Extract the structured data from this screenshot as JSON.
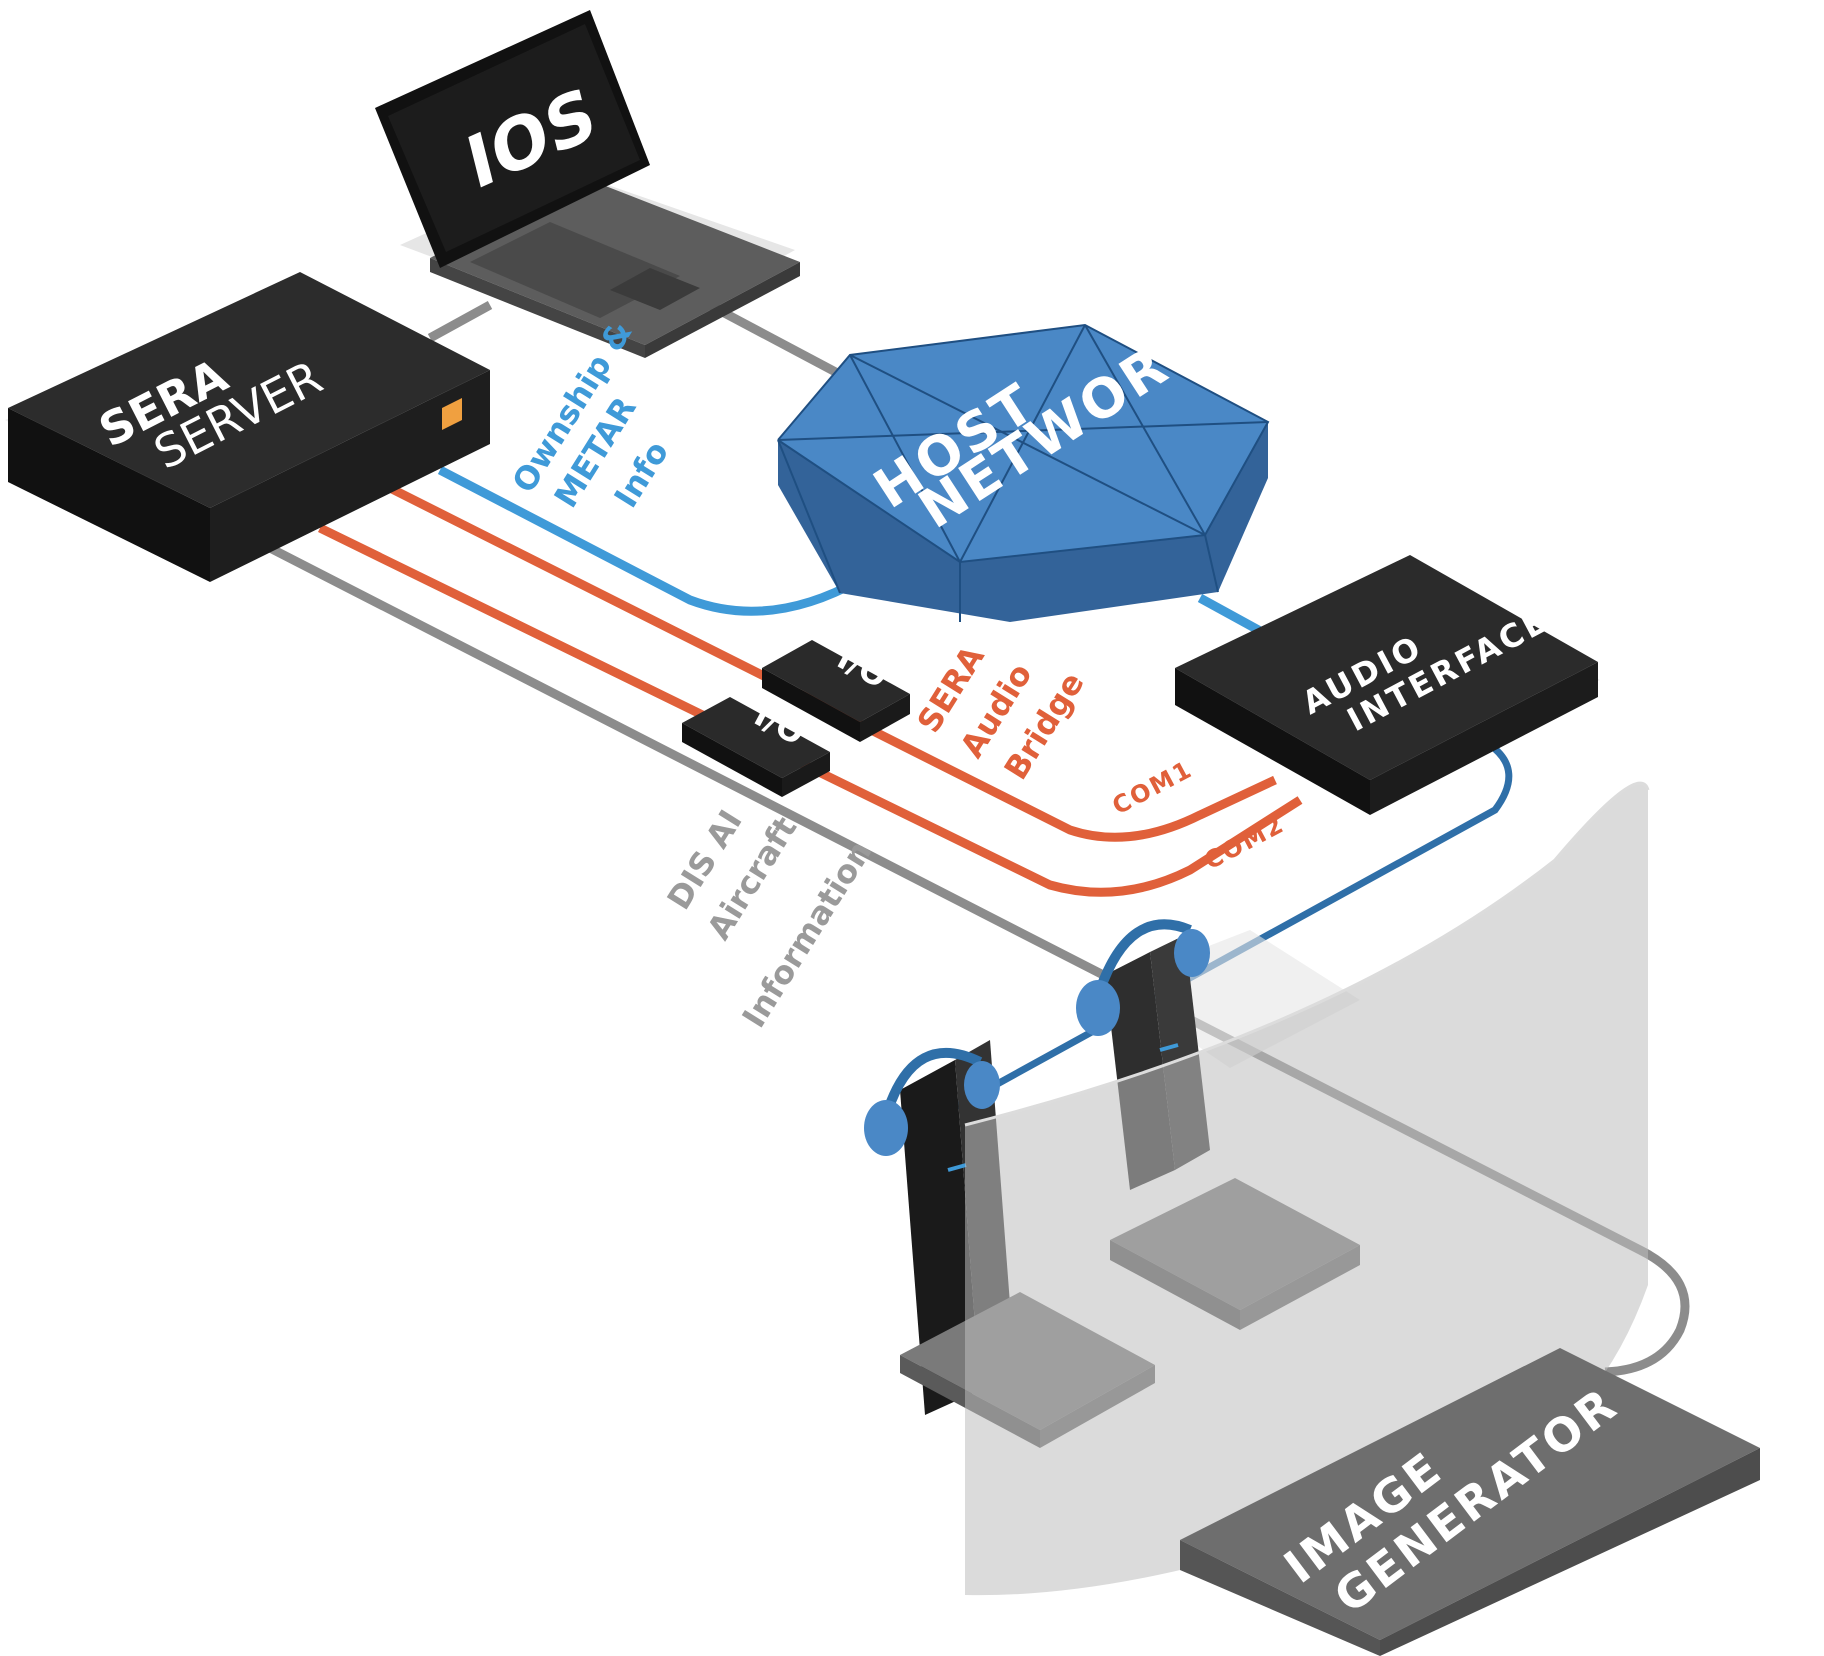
{
  "ios": {
    "label": "IOS"
  },
  "sera_server": {
    "line1": "SERA",
    "line2": "SERVER"
  },
  "host_network": {
    "line1": "HOST",
    "line2": "NETWORK"
  },
  "audio_interface": {
    "line1": "AUDIO",
    "line2": "INTERFACE"
  },
  "image_generator": {
    "line1": "IMAGE",
    "line2": "GENERATOR"
  },
  "io_modules": [
    {
      "label": "I/O"
    },
    {
      "label": "I/O"
    }
  ],
  "labels": {
    "ownship": [
      "Ownship &",
      "METAR",
      "Info"
    ],
    "audio_bridge": [
      "SERA",
      "Audio",
      "Bridge"
    ],
    "com1": "COM1",
    "com2": "COM2",
    "dis": [
      "DIS AI",
      "Aircraft",
      "Information"
    ]
  },
  "colors": {
    "gray_line": "#8c8c8c",
    "blue_line": "#3f9ad8",
    "dark_blue_line": "#2f6fa8",
    "orange_line": "#e0603a",
    "hex_face": "#4a88c6",
    "box_dark": "#2b2b2b",
    "indicator": "#f0a040"
  }
}
